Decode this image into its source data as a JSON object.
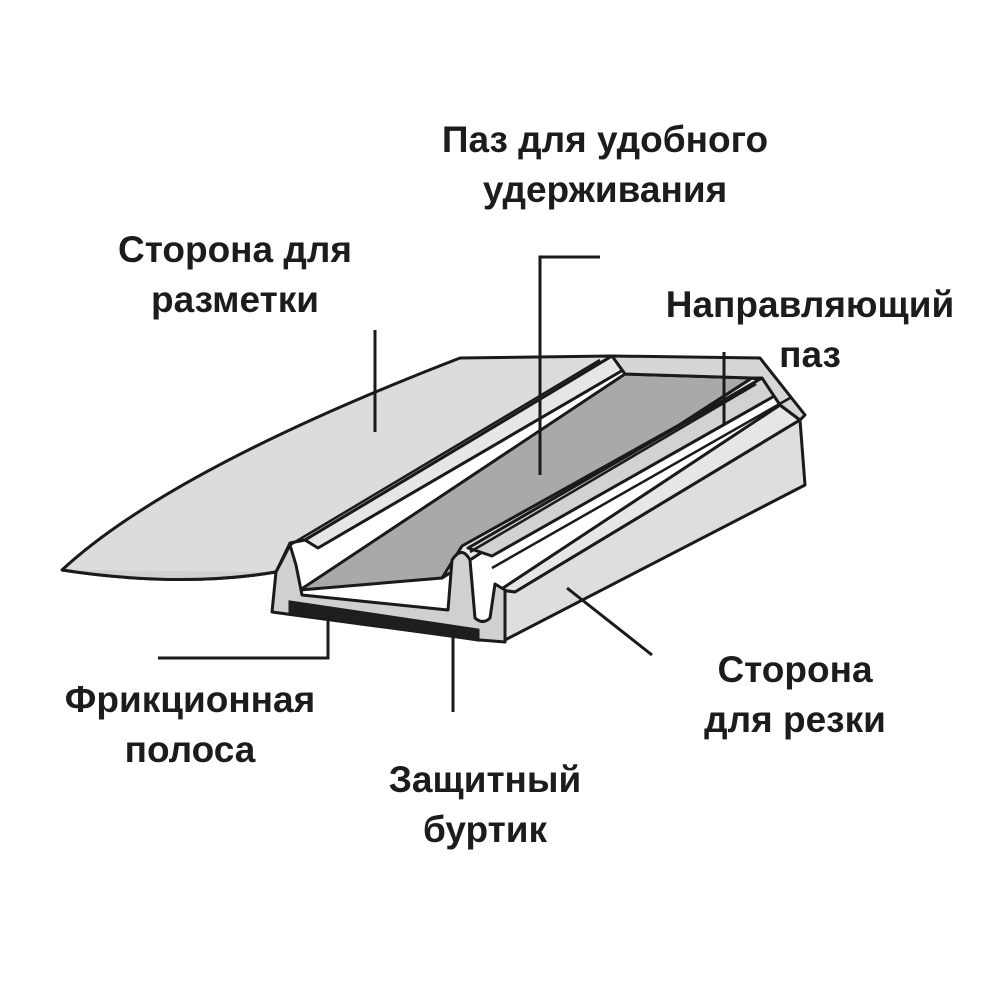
{
  "labels": {
    "groove_grip": [
      "Паз для удобного",
      "удерживания"
    ],
    "marking_side": [
      "Сторона для",
      "разметки"
    ],
    "guide_groove": [
      "Направляющий",
      "паз"
    ],
    "friction_strip": [
      "Фрикционная",
      "полоса"
    ],
    "protective_bead": [
      "Защитный",
      "буртик"
    ],
    "cutting_side": [
      "Сторона",
      "для резки"
    ]
  },
  "colors": {
    "outline": "#1a1a1a",
    "surface": "#dcdcdc",
    "surface_light": "#e6e6e6",
    "groove_floor": "#a9a9a9",
    "friction_strip": "#1e1e1e"
  }
}
